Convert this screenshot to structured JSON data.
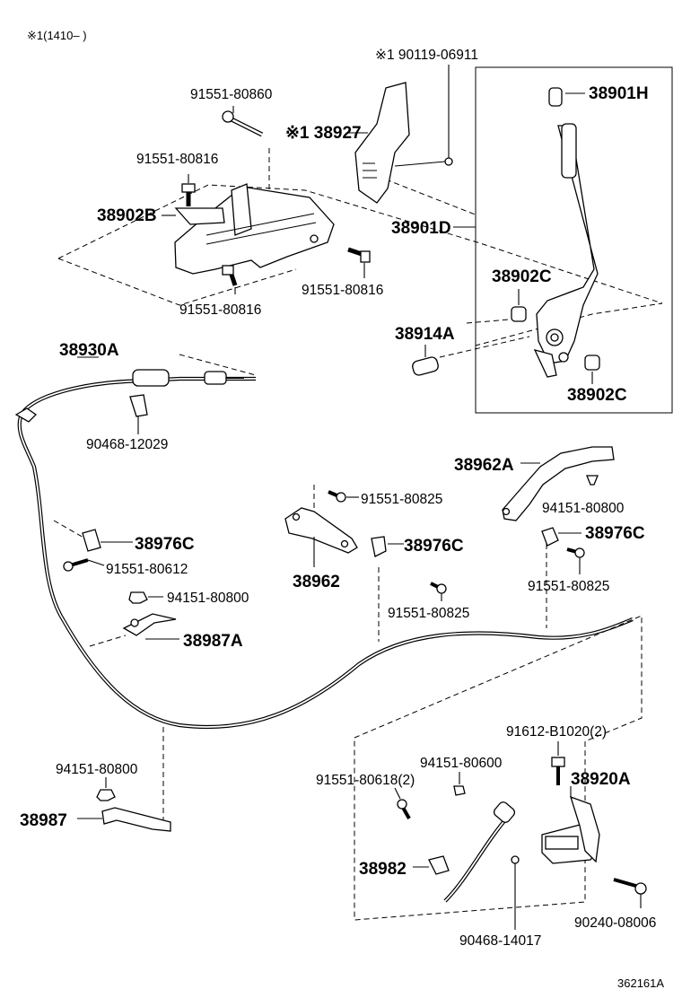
{
  "header_note": "※1(1410‒     )",
  "footer_code": "362161A",
  "labels": {
    "p90119": "※1 90119-06911",
    "p38901H": "38901H",
    "p91551_80860": "91551-80860",
    "p38927": "※1 38927",
    "p91551_80816_a": "91551-80816",
    "p38902B": "38902B",
    "p38901D": "38901D",
    "p91551_80816_b": "91551-80816",
    "p91551_80816_c": "91551-80816",
    "p38902C_a": "38902C",
    "p38914A": "38914A",
    "p38930A": "38930A",
    "p38902C_b": "38902C",
    "p90468_12029": "90468-12029",
    "p38962A": "38962A",
    "p91551_80825_a": "91551-80825",
    "p94151_80800_a": "94151-80800",
    "p38976C_a": "38976C",
    "p38976C_b": "38976C",
    "p38976C_c": "38976C",
    "p91551_80612": "91551-80612",
    "p38962": "38962",
    "p91551_80825_b": "91551-80825",
    "p94151_80800_b": "94151-80800",
    "p91551_80825_c": "91551-80825",
    "p38987A": "38987A",
    "p91612": "91612-B1020(2)",
    "p94151_80600": "94151-80600",
    "p94151_80800_c": "94151-80800",
    "p91551_80618": "91551-80618(2)",
    "p38920A": "38920A",
    "p38987": "38987",
    "p38982": "38982",
    "p90468_14017": "90468-14017",
    "p90240_08006": "90240-08006"
  }
}
